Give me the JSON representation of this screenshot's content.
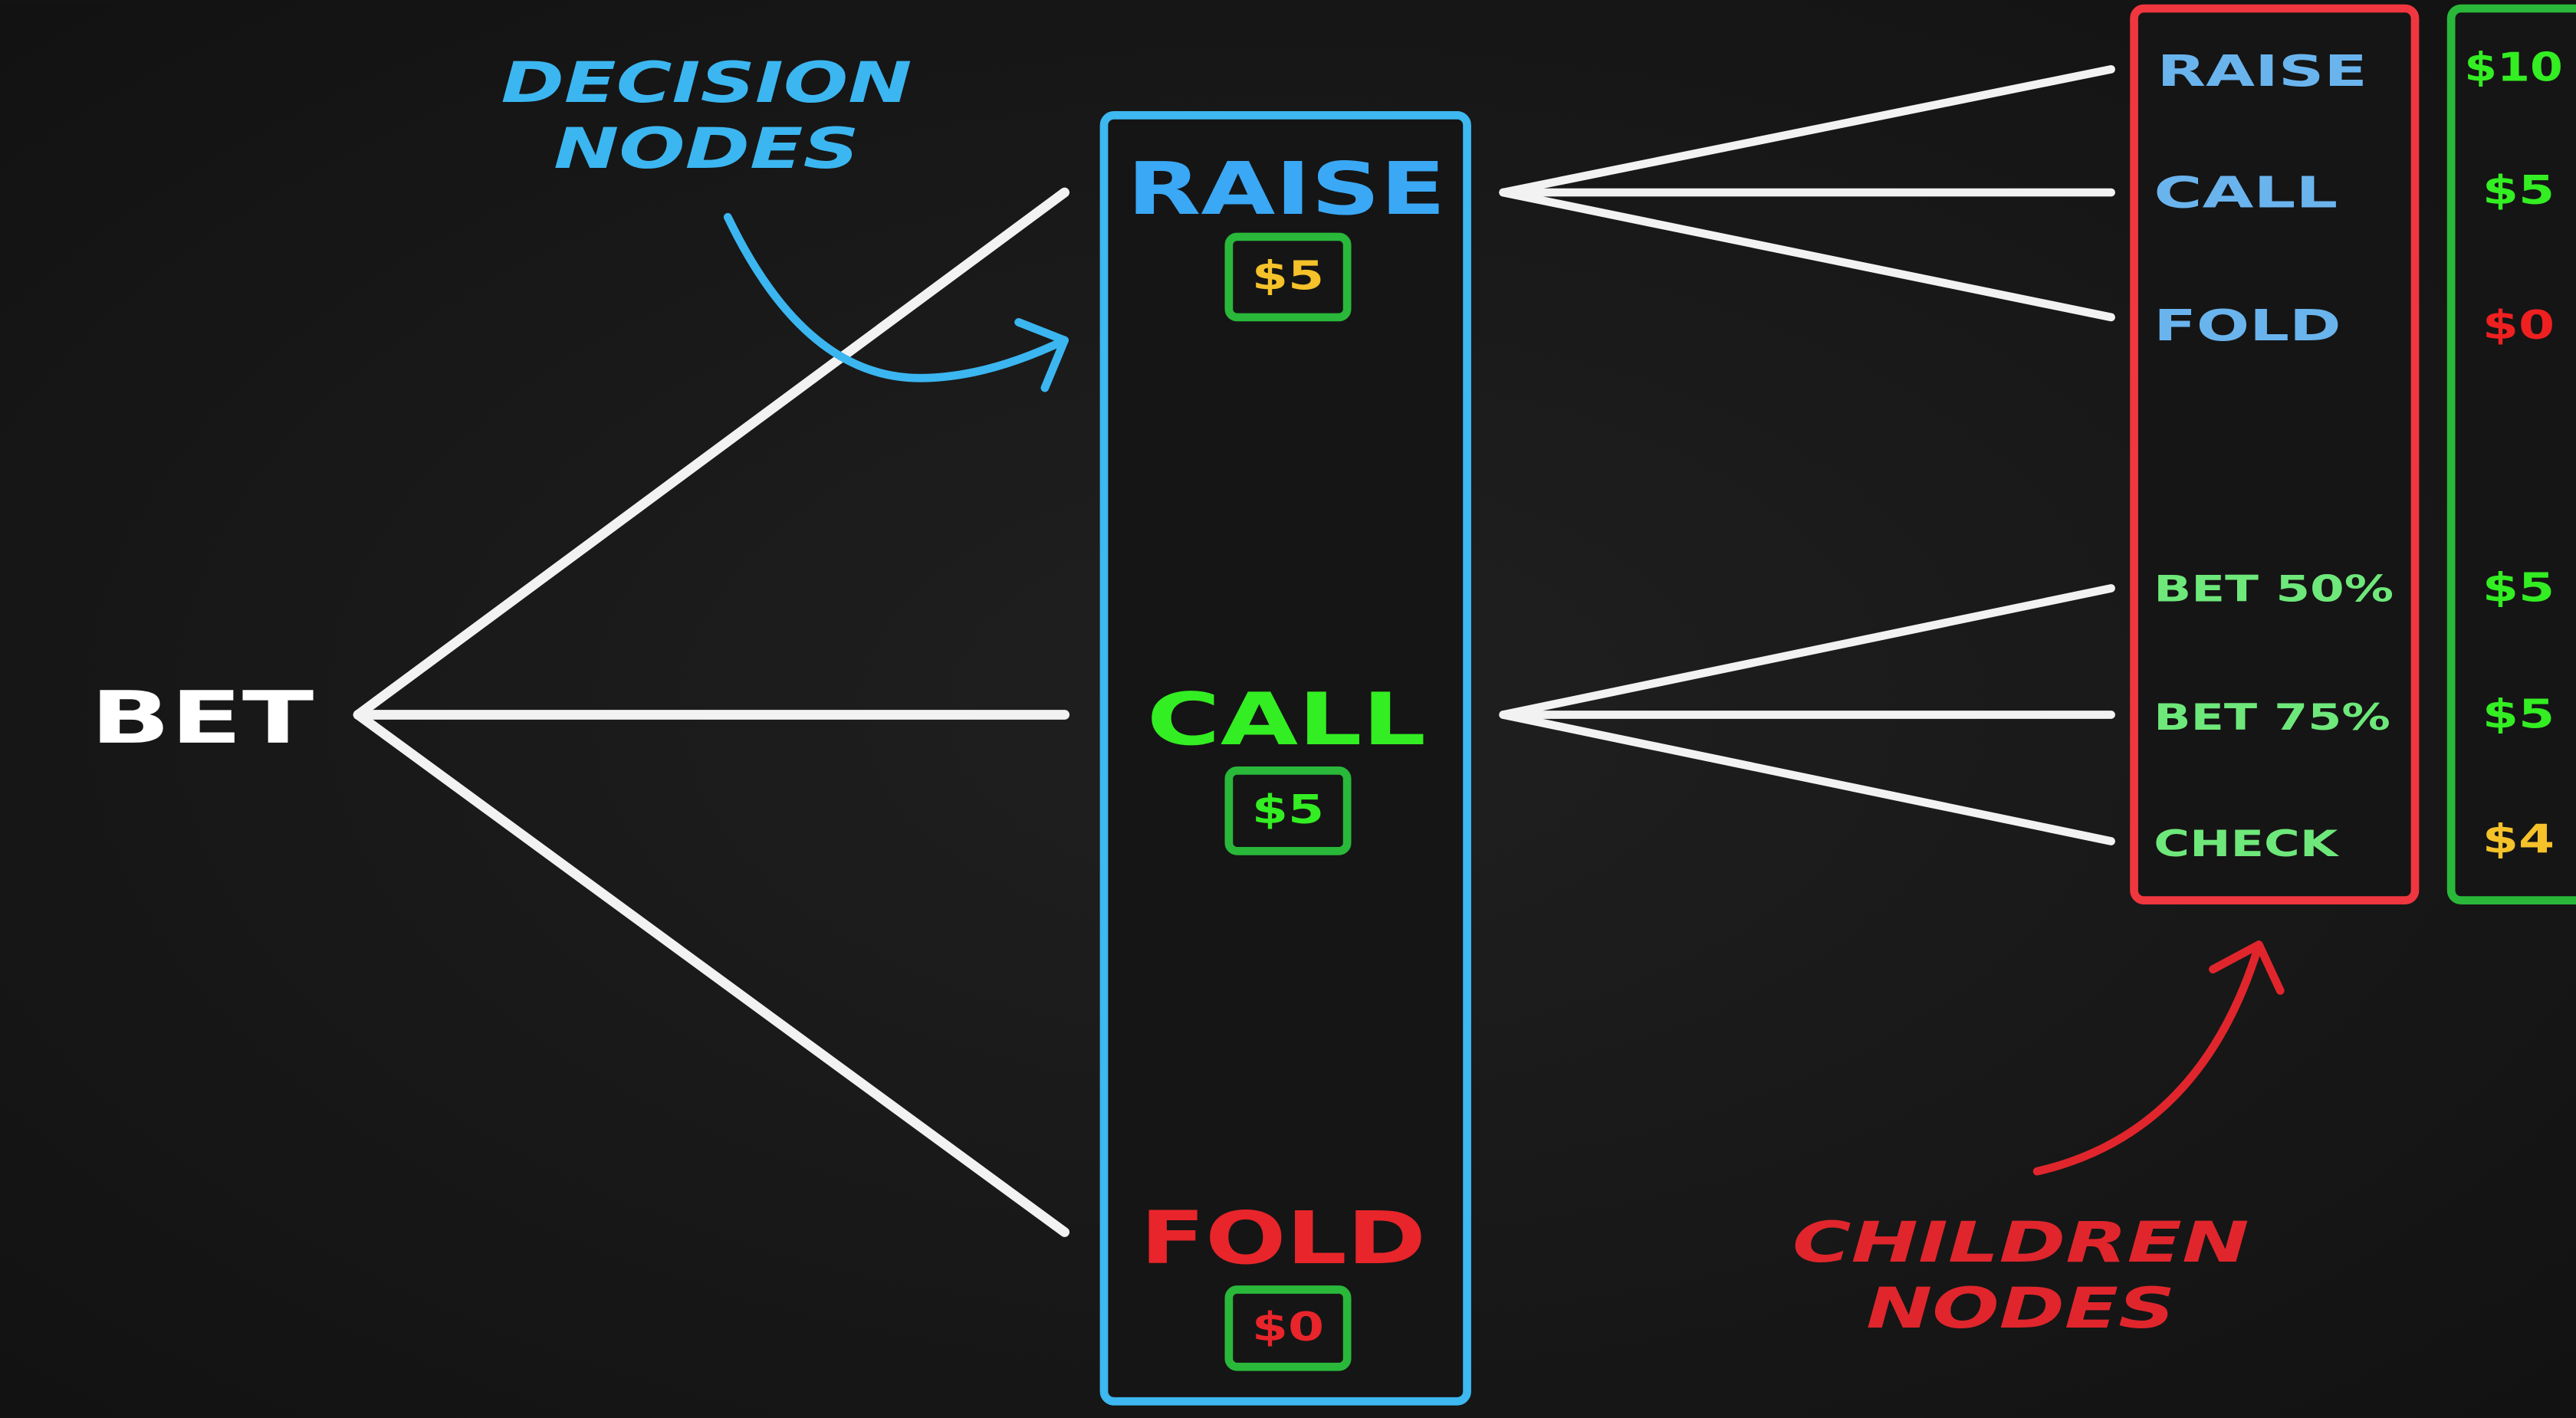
{
  "root": {
    "label": "BET",
    "color": "#ffffff"
  },
  "decision_nodes": [
    {
      "label": "RAISE",
      "value": "$5",
      "label_color": "#3aa8f5",
      "value_color": "#f5c22a"
    },
    {
      "label": "CALL",
      "value": "$5",
      "label_color": "#33ee22",
      "value_color": "#33ee22"
    },
    {
      "label": "FOLD",
      "value": "$0",
      "label_color": "#e8252a",
      "value_color": "#e8252a"
    }
  ],
  "children_nodes": [
    {
      "label": "RAISE",
      "value": "$10",
      "label_color": "#6ab4ee",
      "value_color": "#33ee22"
    },
    {
      "label": "CALL",
      "value": "$5",
      "label_color": "#6ab4ee",
      "value_color": "#33ee22"
    },
    {
      "label": "FOLD",
      "value": "$0",
      "label_color": "#6ab4ee",
      "value_color": "#f02020"
    },
    {
      "label": "BET 50%",
      "value": "$5",
      "label_color": "#6ee87a",
      "value_color": "#33ee22"
    },
    {
      "label": "BET 75%",
      "value": "$5",
      "label_color": "#6ee87a",
      "value_color": "#33ee22"
    },
    {
      "label": "CHECK",
      "value": "$4",
      "label_color": "#6ee87a",
      "value_color": "#f5c22a"
    }
  ],
  "annotations": {
    "decision": {
      "line1": "DECISION",
      "line2": "NODES",
      "color": "#3bb6f0"
    },
    "children": {
      "line1": "CHILDREN",
      "line2": "NODES",
      "color": "#e0262c"
    }
  },
  "colors": {
    "decision_box": "#3db8f0",
    "children_box": "#f0363e",
    "value_box": "#2ab83a",
    "edges": "#f2f2f2",
    "background": "#161616"
  }
}
